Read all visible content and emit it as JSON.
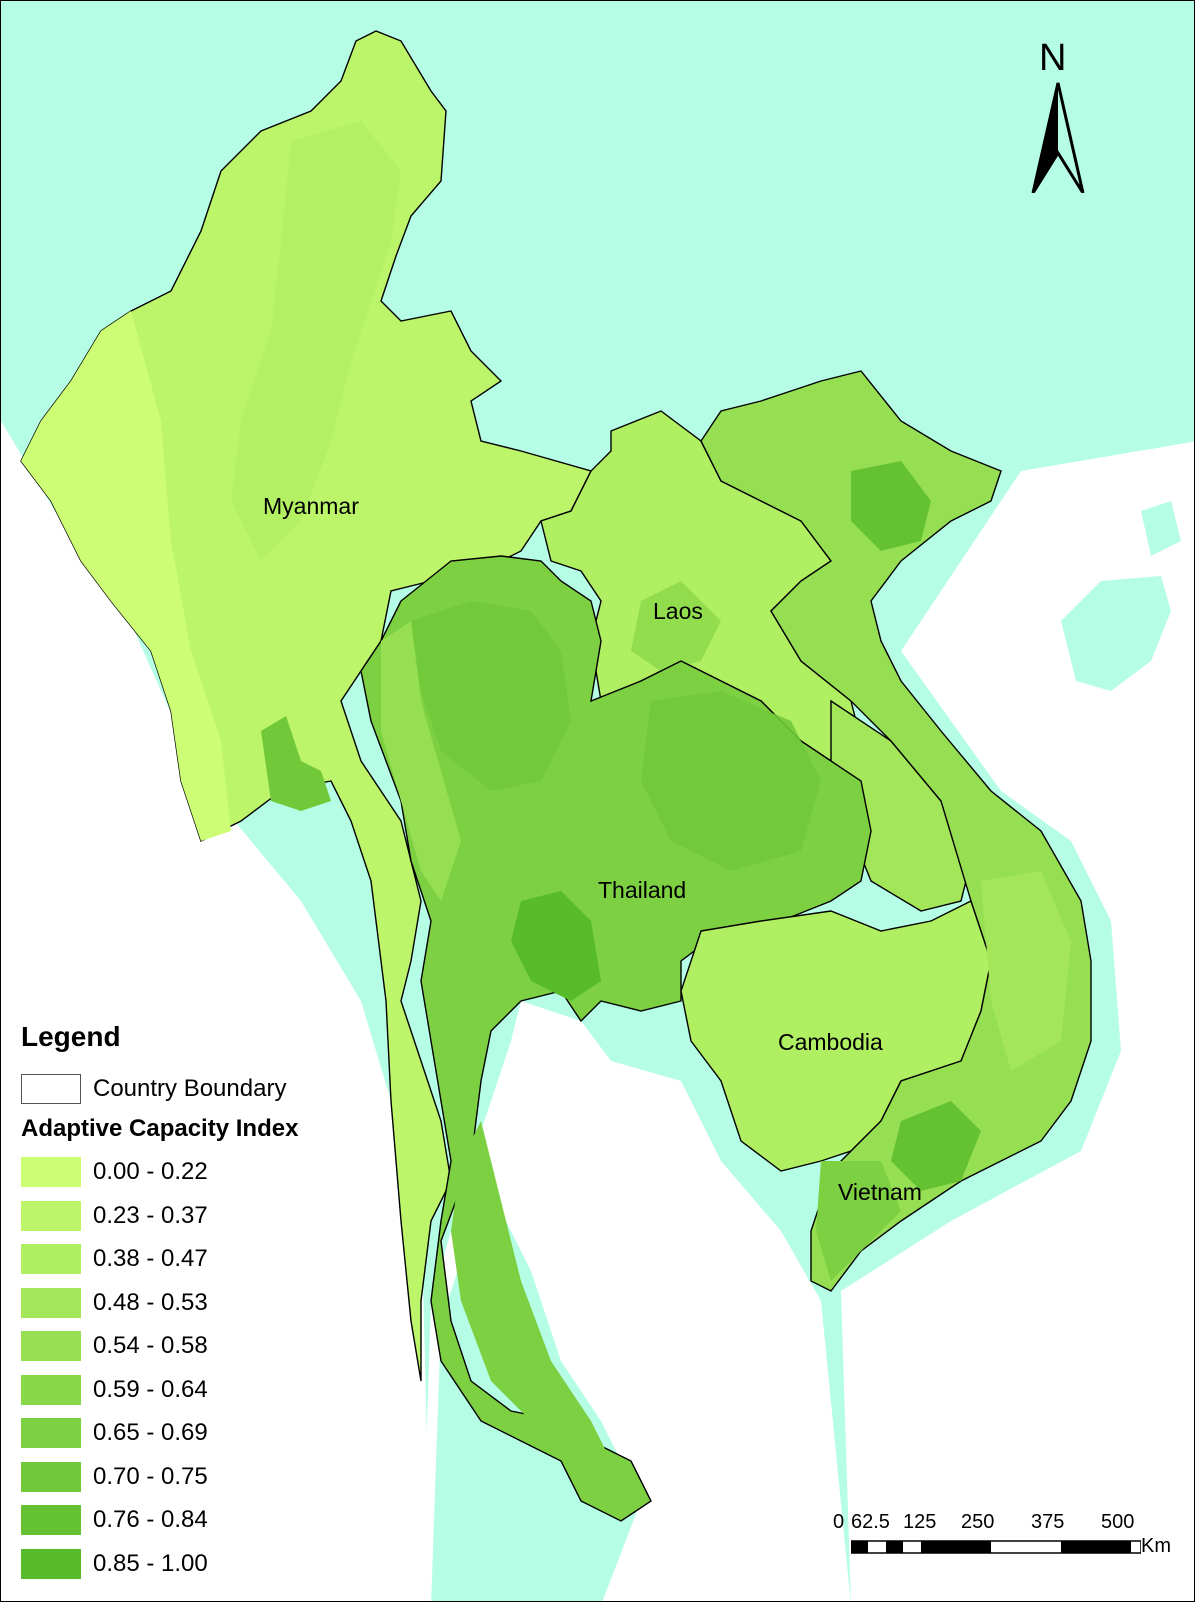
{
  "map": {
    "colors": {
      "sea": "#b6fde5",
      "land_outside": "#ffffff",
      "boundary": "#000000",
      "classes": [
        "#ccfd74",
        "#bcf56a",
        "#b0ee62",
        "#a3e65a",
        "#96df52",
        "#89d84a",
        "#7dd042",
        "#71c93a",
        "#64c232",
        "#57bb2a"
      ]
    },
    "countries": [
      {
        "name": "Myanmar"
      },
      {
        "name": "Laos"
      },
      {
        "name": "Thailand"
      },
      {
        "name": "Cambodia"
      },
      {
        "name": "Vietnam"
      }
    ],
    "north_arrow": {
      "letter": "N"
    }
  },
  "legend": {
    "title": "Legend",
    "boundary_label": "Country Boundary",
    "index_title": "Adaptive Capacity Index",
    "classes": [
      {
        "label": "0.00 - 0.22"
      },
      {
        "label": "0.23 - 0.37"
      },
      {
        "label": "0.38 - 0.47"
      },
      {
        "label": "0.48 - 0.53"
      },
      {
        "label": "0.54 - 0.58"
      },
      {
        "label": "0.59 - 0.64"
      },
      {
        "label": "0.65 - 0.69"
      },
      {
        "label": "0.70 - 0.75"
      },
      {
        "label": "0.76 - 0.84"
      },
      {
        "label": "0.85 - 1.00"
      }
    ]
  },
  "scale_bar": {
    "ticks": [
      "0",
      "62.5",
      "125",
      "250",
      "375",
      "500"
    ],
    "unit": "Km"
  }
}
